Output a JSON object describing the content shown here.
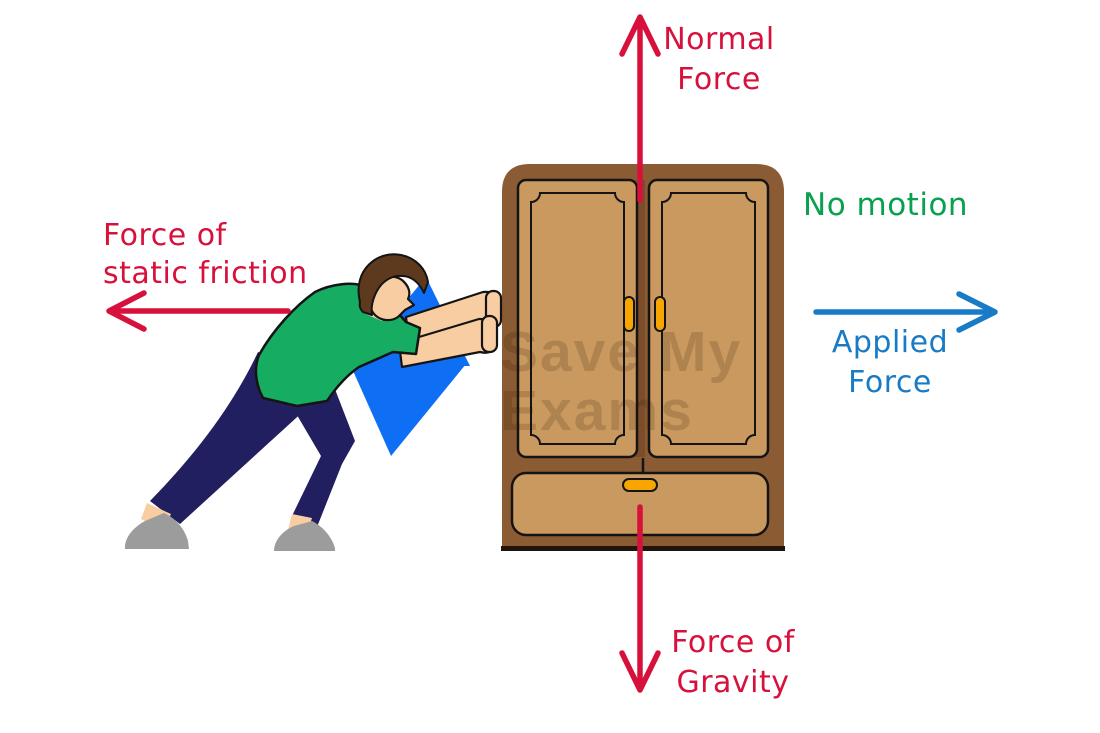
{
  "colors": {
    "bg": "#ffffff",
    "red": "#d8113c",
    "blue": "#197ac6",
    "green": "#0aa14e",
    "bolt": "#0e6ff4",
    "frame": "#8b5b33",
    "door": "#c9995f",
    "doorgap": "#7b4e29",
    "handle": "#f7a600",
    "outline": "#141414",
    "base": "#20150a",
    "shirt": "#16ac62",
    "pants": "#221f60",
    "skin": "#f8cda2",
    "hair": "#5d3a1e",
    "shoe": "#9c9c9c",
    "watermark": "rgba(40,20,0,0.16)"
  },
  "labels": {
    "normal_force": {
      "line1": "Normal",
      "line2": "Force"
    },
    "static_friction": {
      "line1": "Force of",
      "line2": "static friction"
    },
    "no_motion": "No motion",
    "applied_force": {
      "line1": "Applied",
      "line2": "Force"
    },
    "gravity": {
      "line1": "Force of",
      "line2": "Gravity"
    }
  },
  "watermark": {
    "line1": "Save My",
    "line2": "Exams"
  },
  "arrows": [
    {
      "name": "normal-force-arrow",
      "direction": "up",
      "color": "red"
    },
    {
      "name": "static-friction-arrow",
      "direction": "left",
      "color": "red"
    },
    {
      "name": "applied-force-arrow",
      "direction": "right",
      "color": "blue"
    },
    {
      "name": "gravity-force-arrow",
      "direction": "down",
      "color": "red"
    }
  ]
}
